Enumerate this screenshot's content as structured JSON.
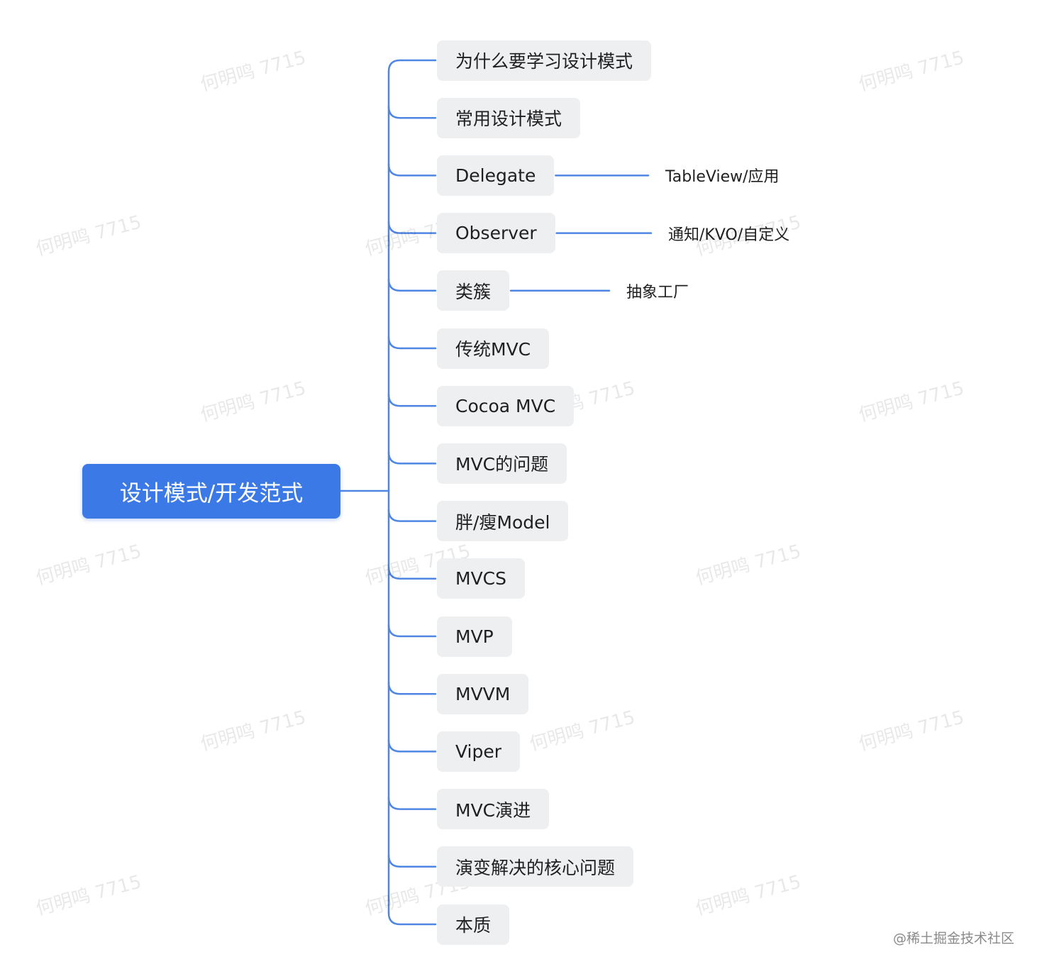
{
  "diagram": {
    "root": "设计模式/开发范式",
    "branches": [
      {
        "label": "为什么要学习设计模式"
      },
      {
        "label": "常用设计模式"
      },
      {
        "label": "Delegate",
        "child": "TableView/应用"
      },
      {
        "label": "Observer",
        "child": "通知/KVO/自定义"
      },
      {
        "label": "类簇",
        "child": "抽象工厂"
      },
      {
        "label": "传统MVC"
      },
      {
        "label": "Cocoa MVC"
      },
      {
        "label": "MVC的问题"
      },
      {
        "label": "胖/瘦Model"
      },
      {
        "label": "MVCS"
      },
      {
        "label": "MVP"
      },
      {
        "label": "MVVM"
      },
      {
        "label": "Viper"
      },
      {
        "label": "MVC演进"
      },
      {
        "label": "演变解决的核心问题"
      },
      {
        "label": "本质"
      }
    ]
  },
  "watermark_text": "何明鸣 7715",
  "footer": "@稀土掘金技术社区",
  "colors": {
    "root_fill": "#3b7ae6",
    "connector": "#4f86e3",
    "node_fill": "#eeeff1",
    "text": "#1f1f1f"
  }
}
